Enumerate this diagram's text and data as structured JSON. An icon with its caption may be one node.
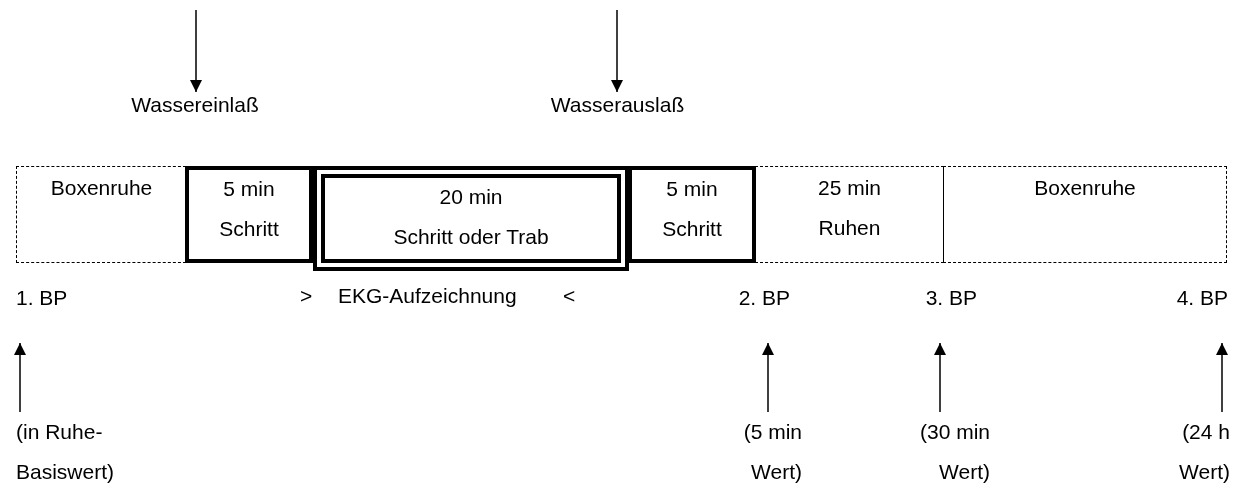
{
  "diagram": {
    "nodes": [
      {
        "text": [
          "Boxenruhe"
        ]
      },
      {
        "text": [
          "5 min",
          "Schritt"
        ]
      },
      {
        "text": [
          "20 min",
          "Schritt oder Trab"
        ]
      },
      {
        "text": [
          "5 min",
          "Schritt"
        ]
      },
      {
        "text": [
          "25 min",
          "Ruhen"
        ]
      },
      {
        "text": [
          "Boxenruhe"
        ]
      },
      {
        "text": [
          "Wassereinlaß"
        ]
      },
      {
        "text": [
          "Wasserauslaß"
        ]
      },
      {
        "text": [
          "1. BP"
        ]
      },
      {
        "text": [
          "2. BP"
        ]
      },
      {
        "text": [
          "3. BP"
        ]
      },
      {
        "text": [
          "4. BP"
        ]
      },
      {
        "text": [
          "(in Ruhe- Basiswert)"
        ]
      },
      {
        "text": [
          "(5 min Wert)"
        ]
      },
      {
        "text": [
          "(30 min Wert)"
        ]
      },
      {
        "text": [
          "(24 h Wert)"
        ]
      }
    ],
    "edges": [
      {
        "from": null,
        "to": 6,
        "arrow": "to"
      },
      {
        "from": null,
        "to": 7,
        "arrow": "to"
      },
      {
        "from": 12,
        "to": 8,
        "arrow": "to"
      },
      {
        "from": 13,
        "to": 9,
        "arrow": "to"
      },
      {
        "from": 14,
        "to": 10,
        "arrow": "to"
      },
      {
        "from": 15,
        "to": 11,
        "arrow": "to"
      }
    ],
    "labels": [
      ">",
      "EKG-Aufzeichnung",
      "<"
    ]
  }
}
